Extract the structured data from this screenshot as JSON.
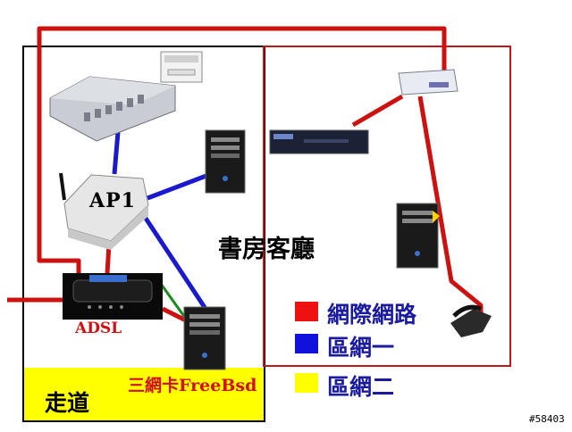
{
  "labels": {
    "access_point": "AP1",
    "adsl": "ADSL",
    "triple_nic": "三網卡FreeBsd",
    "study_room": "書房",
    "living_room": "客廳",
    "corridor": "走道",
    "watermark": "#58403"
  },
  "legend": [
    {
      "color": "#ee1111",
      "label": "網際網路"
    },
    {
      "color": "#1111dd",
      "label": "區網一"
    },
    {
      "color": "#ffff00",
      "label": "區網二"
    }
  ],
  "colors": {
    "internet_link": "#cc1111",
    "lan1_link": "#1a1acc",
    "lan2_link": "#1a8a1a",
    "corridor_fill": "#ffff00",
    "room_border": "#c01818"
  },
  "icons": [
    "printer-icon",
    "switch-icon",
    "wireless-router-icon",
    "adsl-modem-icon",
    "tower-pc-icon",
    "rack-device-icon",
    "network-hub-icon",
    "phone-icon"
  ]
}
